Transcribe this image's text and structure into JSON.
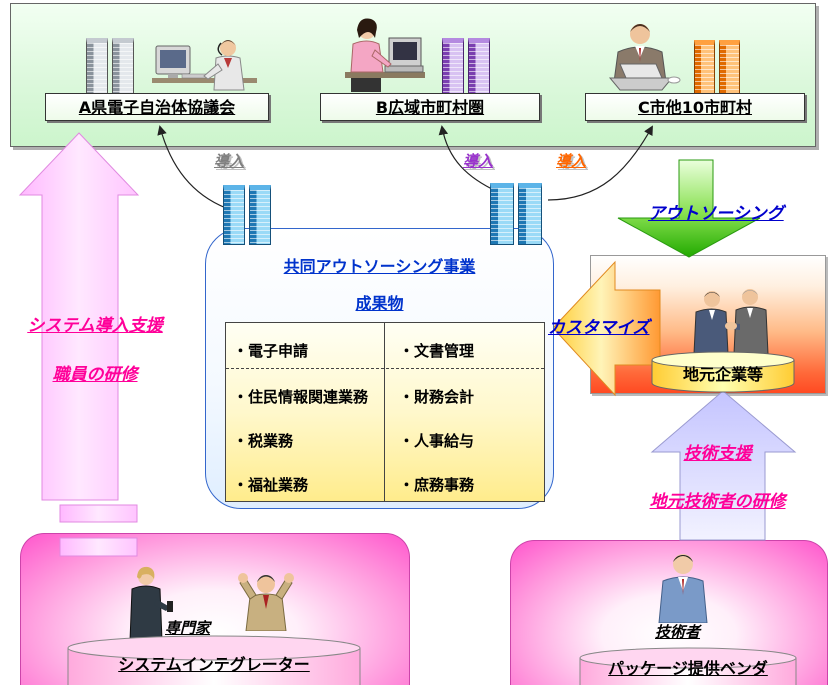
{
  "organizations": {
    "a": "A県電子自治体協議会",
    "b": "B広域市町村圏",
    "c": "C市他10市町村"
  },
  "introduction_labels": [
    "導入",
    "導入",
    "導入"
  ],
  "outsourcing_label": "アウトソーシング",
  "center": {
    "title": "共同アウトソーシング事業",
    "subtitle": "成果物",
    "deliverables": [
      [
        "・電子申請",
        "・文書管理"
      ],
      [
        "・住民情報関連業務",
        "・財務会計"
      ],
      [
        "・税業務",
        "・人事給与"
      ],
      [
        "・福祉業務",
        "・庶務事務"
      ]
    ]
  },
  "left_arrow": {
    "lines": [
      "システム導入支援",
      "職員の研修"
    ]
  },
  "customize_label": "カスタマイズ",
  "local_company": "地元企業等",
  "right_arrow": {
    "lines": [
      "技術支援",
      "地元技術者の研修"
    ]
  },
  "integrator": {
    "role": "専門家",
    "label": "システムインテグレーター"
  },
  "vendor": {
    "role": "技術者",
    "label": "パッケージ提供ベンダ"
  },
  "icons": [
    "server-icon",
    "person-illustration",
    "handshake-illustration"
  ],
  "colors": {
    "support_text": "#ff0099",
    "arrow_text_blue": "#0000cc",
    "intro_a": "#808080",
    "intro_b": "#9933cc",
    "intro_c": "#ff6600",
    "top_panel": "#ccf5cc",
    "bottom_panels": "#ff55cc"
  }
}
